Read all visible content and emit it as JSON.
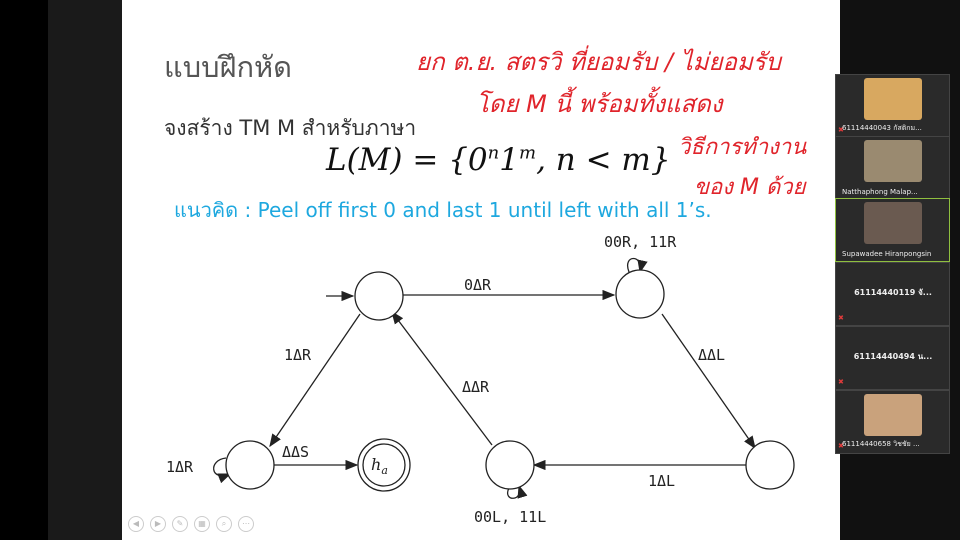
{
  "slide": {
    "title": "แบบฝึกหัด",
    "subtitle": "จงสร้าง TM M สำหรับภาษา",
    "formula": "L(M) = {0ⁿ1ᵐ, n < m}",
    "idea": "แนวคิด : Peel off first 0 and last 1 until left with all 1’s.",
    "diagram": {
      "labels": {
        "top": "0ΔR",
        "top_right_loop": "00R, 11R",
        "right_diag": "ΔΔL",
        "bottom_right": "1ΔL",
        "middle_diag": "ΔΔR",
        "bottom_mid_loop": "00L, 11L",
        "left_diag": "1ΔR",
        "bottom_left_loop": "1ΔR",
        "bottom_left": "ΔΔS",
        "halt": "h_a"
      }
    }
  },
  "handwriting": {
    "line1": "ยก ต.ย. สตรวิ ที่ยอมรับ / ไม่ยอมรับ",
    "line2": "โดย M นี้ พร้อมทั้งแสดง",
    "line3": "วิธีการทำงาน",
    "line4": "ของ M ด้วย",
    "color": "#e0242b"
  },
  "participants": [
    {
      "name": "61114440043 กัสติกม...",
      "muted": true
    },
    {
      "name": "Natthaphong Malap...",
      "muted": false
    },
    {
      "name": "Supawadee Hiranpongsin",
      "muted": false,
      "active": true
    },
    {
      "name": "61114440119 จั...",
      "muted": true
    },
    {
      "name": "61114440494 น...",
      "muted": true
    },
    {
      "name": "61114440658 วิชชัย ...",
      "muted": true
    }
  ]
}
